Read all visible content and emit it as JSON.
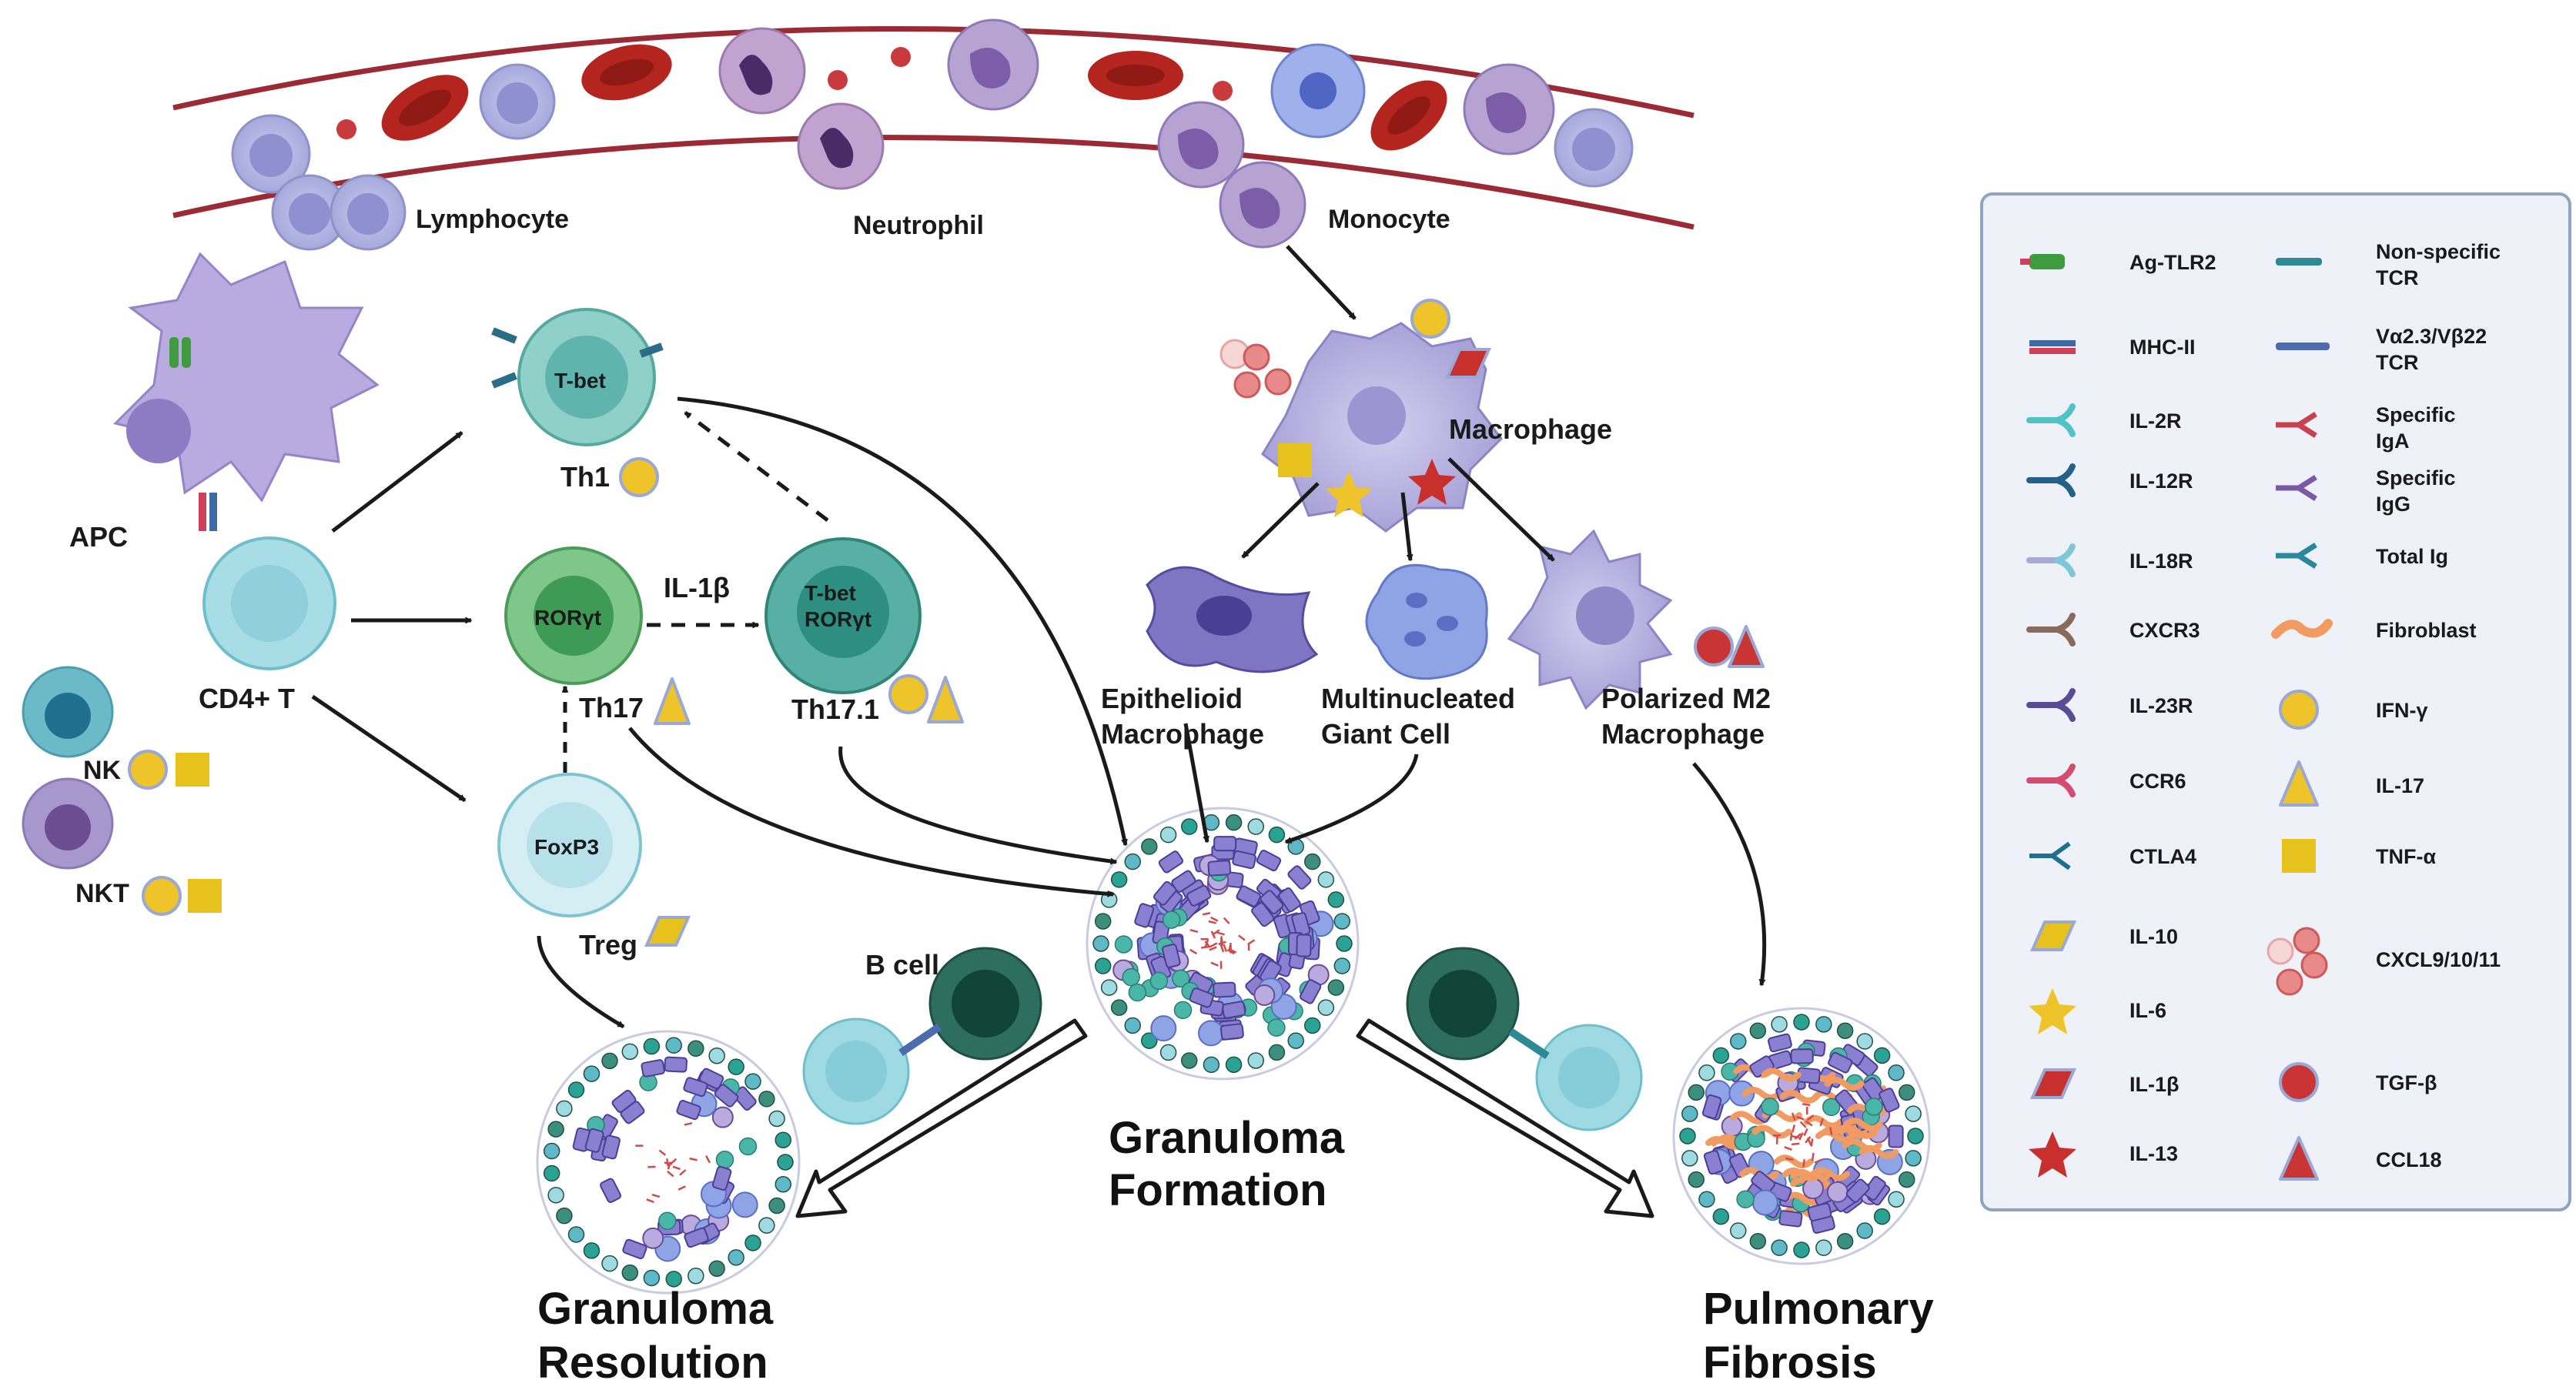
{
  "vessel": {
    "lymphocyte": "Lymphocyte",
    "neutrophil": "Neutrophil",
    "monocyte": "Monocyte"
  },
  "cells": {
    "apc": "APC",
    "cd4t": "CD4+ T",
    "nk": "NK",
    "nkt": "NKT",
    "th1_tf": "T-bet",
    "th1": "Th1",
    "th17_tf": "RORγt",
    "th17": "Th17",
    "il1b": "IL-1β",
    "th171_tf1": "T-bet",
    "th171_tf2": "RORγt",
    "th171": "Th17.1",
    "treg_tf": "FoxP3",
    "treg": "Treg",
    "macrophage": "Macrophage",
    "epithelioid_1": "Epithelioid",
    "epithelioid_2": "Macrophage",
    "giant_1": "Multinucleated",
    "giant_2": "Giant Cell",
    "m2_1": "Polarized M2",
    "m2_2": "Macrophage",
    "bcell": "B cell"
  },
  "outcomes": {
    "formation_1": "Granuloma",
    "formation_2": "Formation",
    "resolution_1": "Granuloma",
    "resolution_2": "Resolution",
    "fibrosis_1": "Pulmonary",
    "fibrosis_2": "Fibrosis"
  },
  "legend": {
    "left": [
      {
        "label": "Ag-TLR2",
        "icon": "ag-tlr2-icon"
      },
      {
        "label": "MHC-II",
        "icon": "mhc-ii-icon"
      },
      {
        "label": "IL-2R",
        "icon": "il-2r-icon"
      },
      {
        "label": "IL-12R",
        "icon": "il-12r-icon"
      },
      {
        "label": "IL-18R",
        "icon": "il-18r-icon"
      },
      {
        "label": "CXCR3",
        "icon": "cxcr3-icon"
      },
      {
        "label": "IL-23R",
        "icon": "il-23r-icon"
      },
      {
        "label": "CCR6",
        "icon": "ccr6-icon"
      },
      {
        "label": "CTLA4",
        "icon": "ctla4-icon"
      },
      {
        "label": "IL-10",
        "icon": "il-10-icon"
      },
      {
        "label": "IL-6",
        "icon": "il-6-icon"
      },
      {
        "label": "IL-1β",
        "icon": "il-1b-icon"
      },
      {
        "label": "IL-13",
        "icon": "il-13-icon"
      }
    ],
    "right": [
      {
        "label1": "Non-specific",
        "label2": "TCR",
        "icon": "non-specific-tcr-icon"
      },
      {
        "label1": "Vα2.3/Vβ22",
        "label2": "TCR",
        "icon": "va23-vb22-tcr-icon"
      },
      {
        "label1": "Specific",
        "label2": "IgA",
        "icon": "specific-iga-icon"
      },
      {
        "label1": "Specific",
        "label2": "IgG",
        "icon": "specific-igg-icon"
      },
      {
        "label1": "Total Ig",
        "label2": "",
        "icon": "total-ig-icon"
      },
      {
        "label1": "Fibroblast",
        "label2": "",
        "icon": "fibroblast-icon"
      },
      {
        "label1": "IFN-γ",
        "label2": "",
        "icon": "ifn-gamma-icon"
      },
      {
        "label1": "IL-17",
        "label2": "",
        "icon": "il-17-icon"
      },
      {
        "label1": "TNF-α",
        "label2": "",
        "icon": "tnf-alpha-icon"
      },
      {
        "label1": "CXCL9/10/11",
        "label2": "",
        "icon": "cxcl-icon"
      },
      {
        "label1": "TGF-β",
        "label2": "",
        "icon": "tgf-beta-icon"
      },
      {
        "label1": "CCL18",
        "label2": "",
        "icon": "ccl18-icon"
      }
    ]
  },
  "colors": {
    "vessel": "#9b2a35",
    "rbc": "#b5251f",
    "lymph": "#a9acdf",
    "ifn": "#eec42a",
    "tnf": "#e8c21c",
    "il13": "#c8302e",
    "tgf": "#c93535",
    "legend_bg": "#eef2f8",
    "legend_border": "#8ea4c2"
  }
}
